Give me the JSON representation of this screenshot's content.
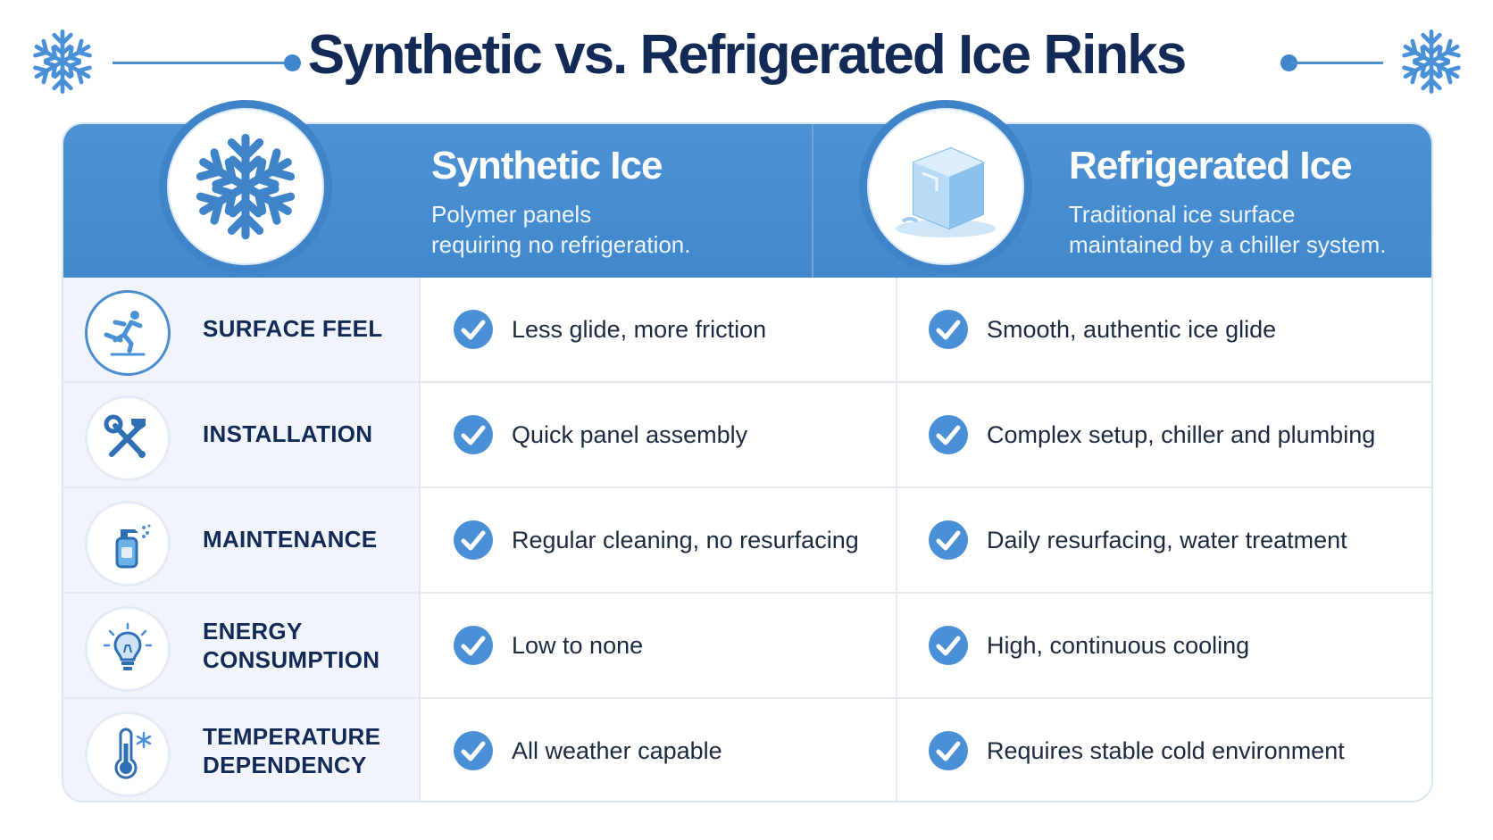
{
  "title": "Synthetic vs. Refrigerated Ice Rinks",
  "columns": {
    "synthetic": {
      "title": "Synthetic Ice",
      "description_line1": "Polymer panels",
      "description_line2": "requiring no refrigeration.",
      "icon": "snowflake-icon"
    },
    "refrigerated": {
      "title": "Refrigerated Ice",
      "description_line1": "Traditional ice surface",
      "description_line2": "maintained by a chiller system.",
      "icon": "ice-cube-icon"
    }
  },
  "rows": [
    {
      "label_line1": "SURFACE FEEL",
      "label_line2": "",
      "icon": "skater-icon",
      "synthetic": "Less glide, more friction",
      "refrigerated": "Smooth, authentic ice glide"
    },
    {
      "label_line1": "INSTALLATION",
      "label_line2": "",
      "icon": "tools-icon",
      "synthetic": "Quick panel assembly",
      "refrigerated": "Complex setup, chiller and plumbing"
    },
    {
      "label_line1": "MAINTENANCE",
      "label_line2": "",
      "icon": "spray-bottle-icon",
      "synthetic": "Regular cleaning, no resurfacing",
      "refrigerated": "Daily resurfacing, water treatment"
    },
    {
      "label_line1": "ENERGY",
      "label_line2": "CONSUMPTION",
      "icon": "lightbulb-icon",
      "synthetic": "Low to none",
      "refrigerated": "High, continuous cooling"
    },
    {
      "label_line1": "TEMPERATURE",
      "label_line2": "DEPENDENCY",
      "icon": "thermometer-icon",
      "synthetic": "All weather capable",
      "refrigerated": "Requires stable cold environment"
    }
  ],
  "colors": {
    "primary_blue": "#4188cd",
    "dark_navy": "#122a55",
    "check_blue": "#4a90d6",
    "label_bg": "#f1f5fb"
  }
}
